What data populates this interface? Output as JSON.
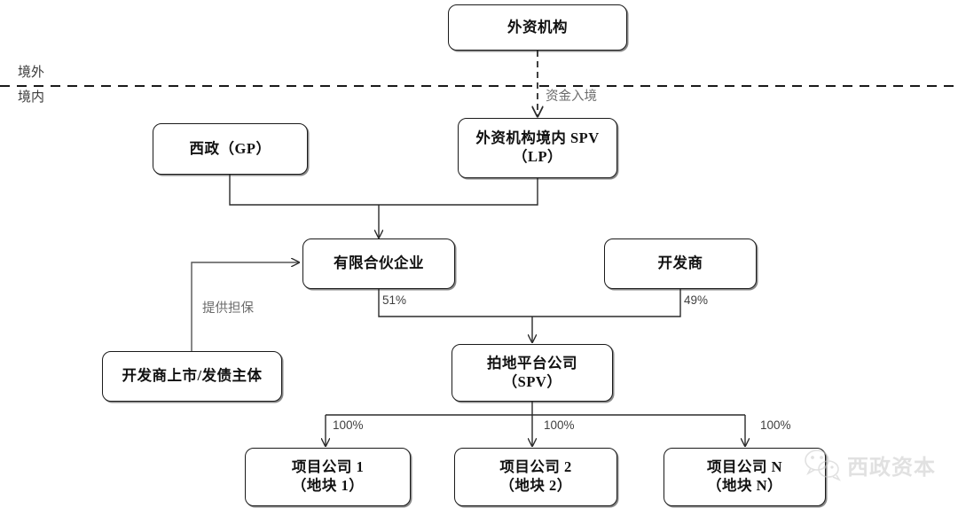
{
  "diagram": {
    "zones": {
      "overseas_label": "境外",
      "domestic_label": "境内"
    },
    "nodes": {
      "foreign_institution": {
        "line1": "外资机构",
        "line2": ""
      },
      "foreign_spv": {
        "line1": "外资机构境内 SPV",
        "line2": "（LP）"
      },
      "xizheng_gp": {
        "line1": "西政（GP）",
        "line2": ""
      },
      "limited_partnership": {
        "line1": "有限合伙企业",
        "line2": ""
      },
      "developer": {
        "line1": "开发商",
        "line2": ""
      },
      "developer_listed": {
        "line1": "开发商上市/发债主体",
        "line2": ""
      },
      "land_platform": {
        "line1": "拍地平台公司",
        "line2": "（SPV）"
      },
      "project_company_1": {
        "line1": "项目公司 1",
        "line2": "（地块 1）"
      },
      "project_company_2": {
        "line1": "项目公司 2",
        "line2": "（地块 2）"
      },
      "project_company_n": {
        "line1": "项目公司 N",
        "line2": "（地块 N）"
      }
    },
    "edges": {
      "capital_inflow": "资金入境",
      "provide_guarantee": "提供担保",
      "lp_share": "51%",
      "developer_share": "49%",
      "project_share_1": "100%",
      "project_share_2": "100%",
      "project_share_n": "100%"
    },
    "watermark": {
      "brand": "西政资本",
      "icon": "wechat-icon"
    },
    "colors": {
      "stroke": "#1a1a1a",
      "text": "#111111",
      "muted_text": "#6b6b6b",
      "label_text": "#3f3f3f",
      "background": "#ffffff",
      "watermark": "#c9c9c9"
    }
  }
}
